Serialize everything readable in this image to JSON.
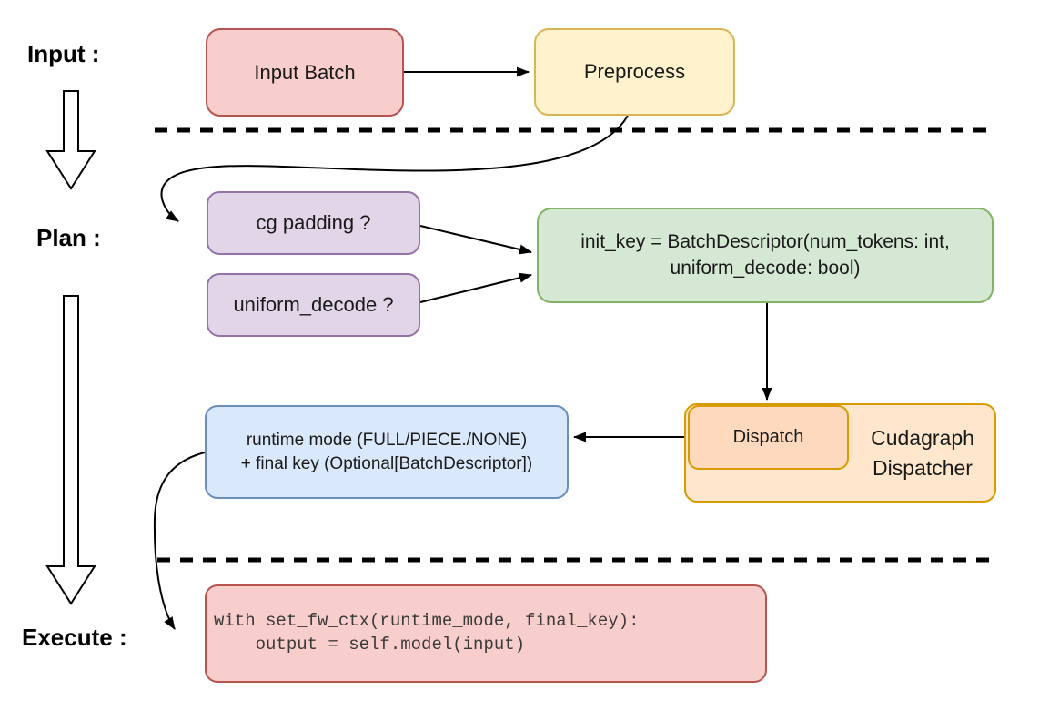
{
  "stages": {
    "input_label": "Input :",
    "plan_label": "Plan :",
    "execute_label": "Execute :"
  },
  "nodes": {
    "input_batch": {
      "label": "Input Batch",
      "fill": "#f8cecc",
      "stroke": "#b85450"
    },
    "preprocess": {
      "label": "Preprocess",
      "fill": "#fff2cc",
      "stroke": "#d6b656"
    },
    "cg_padding": {
      "label": "cg padding ?",
      "fill": "#e1d5e7",
      "stroke": "#9673a6"
    },
    "uniform_decode": {
      "label": "uniform_decode ?",
      "fill": "#e1d5e7",
      "stroke": "#9673a6"
    },
    "init_key": {
      "line1": "init_key = BatchDescriptor(num_tokens: int,",
      "line2": "uniform_decode: bool)",
      "fill": "#d5e8d4",
      "stroke": "#82b366"
    },
    "dispatch": {
      "label": "Dispatch",
      "fill": "#ffd9bd",
      "stroke": "#d79b00"
    },
    "cudagraph_dispatcher": {
      "line1": "Cudagraph",
      "line2": "Dispatcher",
      "fill": "#ffe6cc",
      "stroke": "#d79b00"
    },
    "runtime_output": {
      "line1": "runtime mode (FULL/PIECE./NONE)",
      "line2": "+ final key (Optional[BatchDescriptor])",
      "fill": "#dae8fc",
      "stroke": "#6c8ebf"
    },
    "execute_code": {
      "line1": "with set_fw_ctx(runtime_mode, final_key):",
      "line2": "    output = self.model(input)",
      "fill": "#f8cecc",
      "stroke": "#b85450"
    }
  }
}
